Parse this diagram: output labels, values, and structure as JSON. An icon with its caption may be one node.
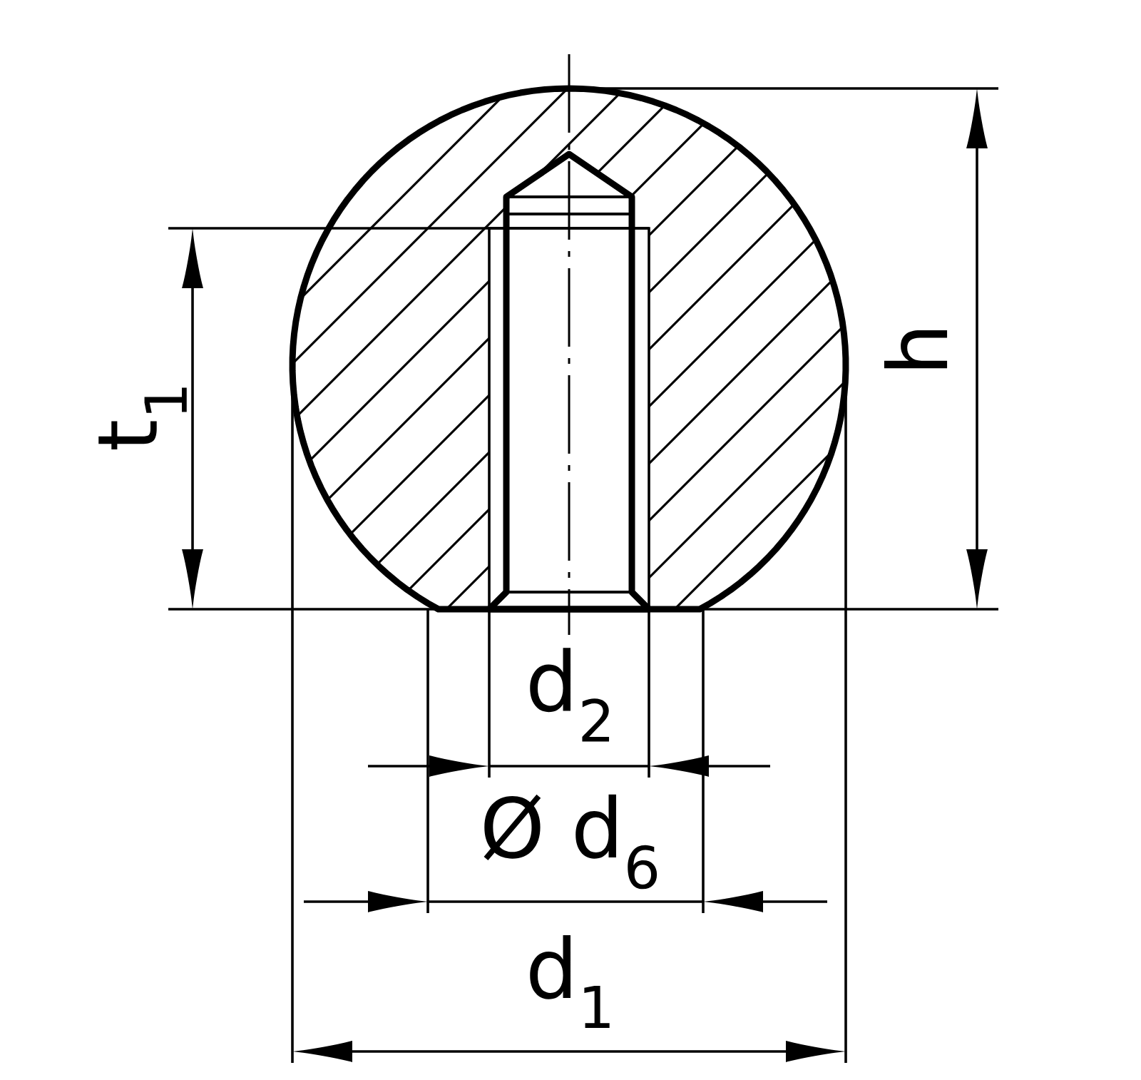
{
  "diagram": {
    "labels": [
      "t$_{1}$",
      "h",
      "d$_{2}$",
      "Ø d$_{6}$",
      "d$_{1}$"
    ]
  }
}
